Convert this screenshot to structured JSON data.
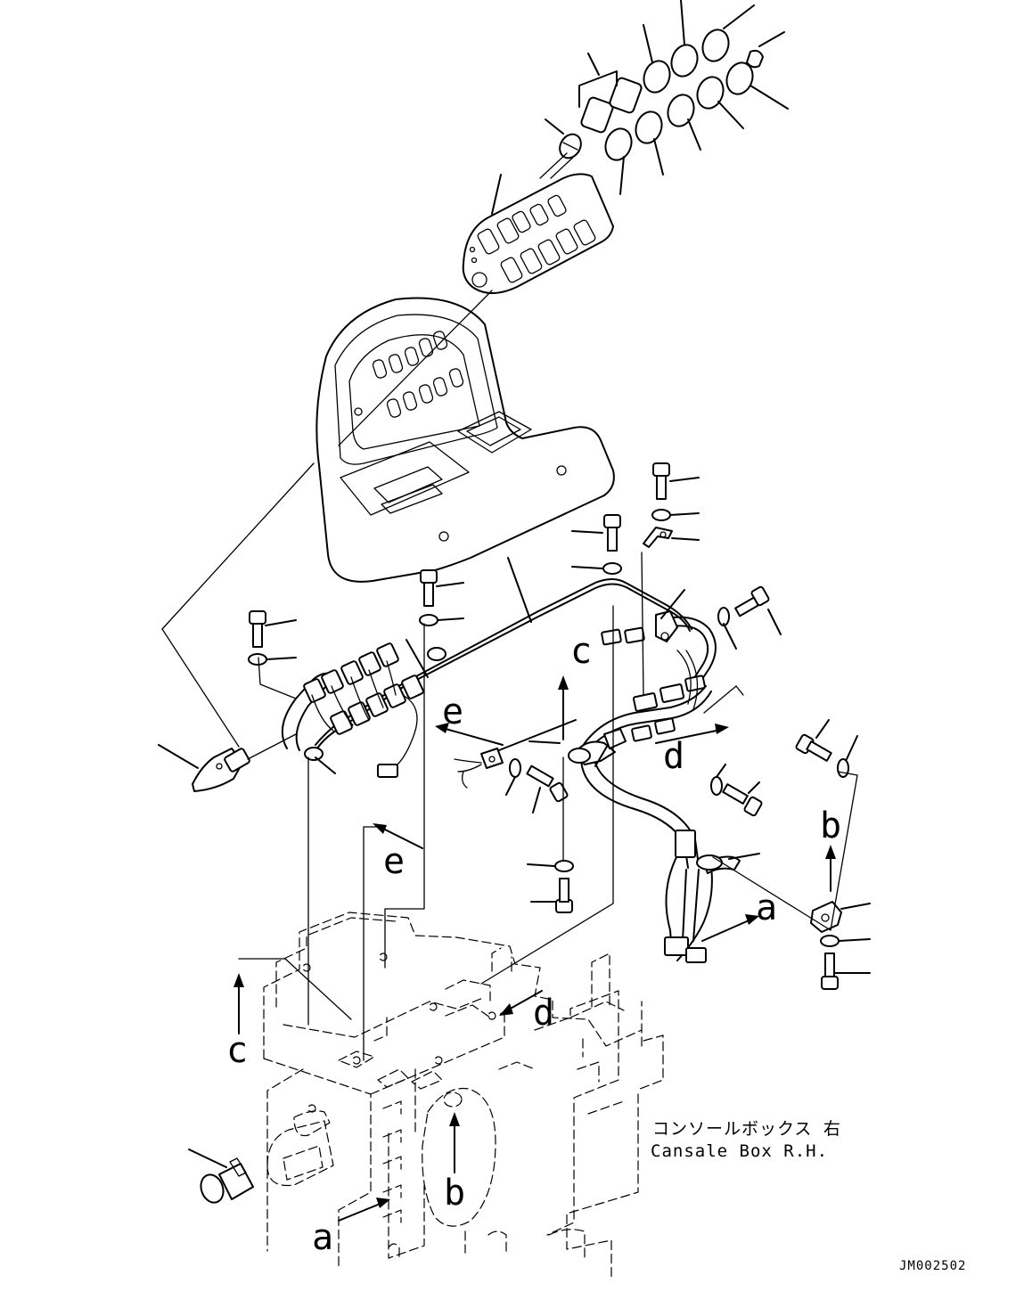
{
  "view_labels": {
    "a_lower": "a",
    "a_right": "a",
    "b_lower": "b",
    "b_right": "b",
    "c_lower": "c",
    "c_upper": "c",
    "d_lower": "d",
    "d_upper": "d",
    "e_lower": "e",
    "e_upper": "e"
  },
  "caption": {
    "japanese": "コンソールボックス 右",
    "english": "Cansale Box R.H."
  },
  "drawing_code": "JM002502"
}
